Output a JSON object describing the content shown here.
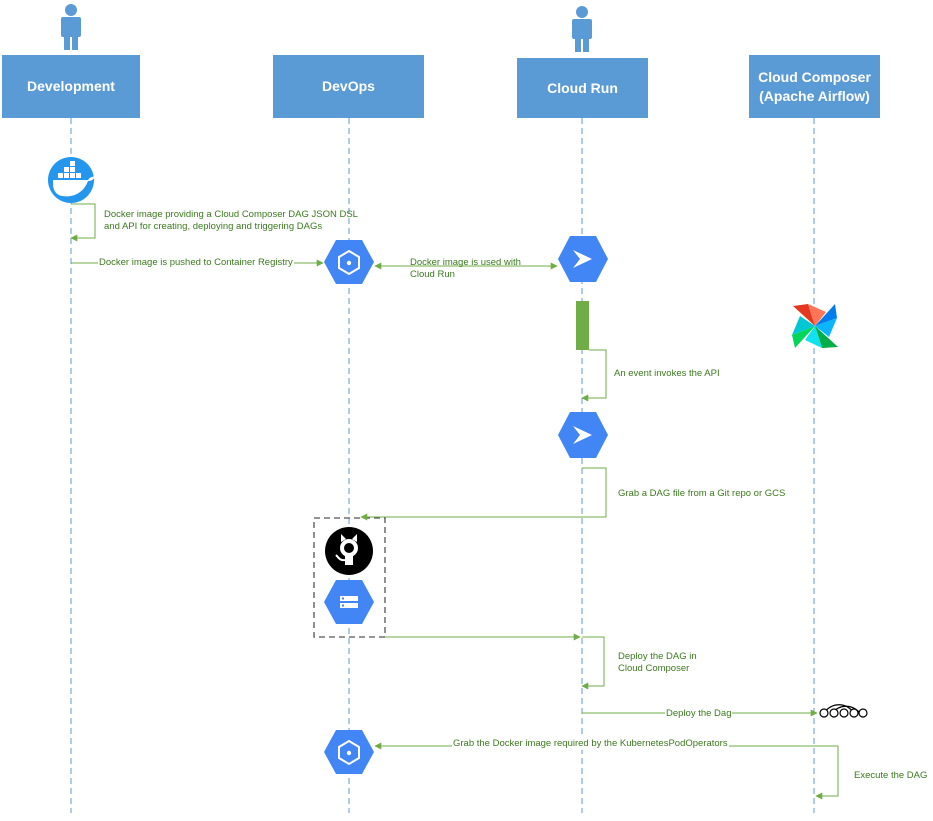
{
  "lanes": [
    {
      "id": "development",
      "title": "Development",
      "has_actor": true
    },
    {
      "id": "devops",
      "title": "DevOps",
      "has_actor": false
    },
    {
      "id": "cloud_run",
      "title": "Cloud Run",
      "has_actor": true
    },
    {
      "id": "cloud_composer",
      "title": "Cloud Composer (Apache Airflow)",
      "title_line1": "Cloud Composer",
      "title_line2": "(Apache Airflow)",
      "has_actor": false
    }
  ],
  "messages": {
    "docker_image_dsl_line1": "Docker image providing a Cloud Composer DAG JSON DSL",
    "docker_image_dsl_line2": "and API for creating, deploying and triggering DAGs",
    "pushed_to_registry": "Docker image is pushed to Container Registry",
    "used_with_cloud_run_line1": "Docker image is used with",
    "used_with_cloud_run_line2": "Cloud Run",
    "event_invokes_api": "An event invokes the API",
    "grab_dag_file": "Grab a DAG file from a Git repo or GCS",
    "deploy_dag_line1": "Deploy the DAG in",
    "deploy_dag_line2": "Cloud Composer",
    "deploy_the_dag": "Deploy the Dag",
    "grab_docker_image": "Grab the Docker image required by the KubernetesPodOperators",
    "execute_dag": "Execute the DAG"
  },
  "icons": [
    "actor-icon",
    "docker-icon",
    "container-registry-icon",
    "cloud-run-icon",
    "airflow-icon",
    "github-icon",
    "cloud-storage-icon",
    "dag-icon"
  ],
  "colors": {
    "header_fill": "#5b9bd5",
    "lifeline": "#5b9bd5",
    "arrow": "#70ad47",
    "label_text": "#3a7a1e",
    "gcp_hex": "#4285f4",
    "activation": "#70ad47",
    "docker": "#2496ed"
  }
}
